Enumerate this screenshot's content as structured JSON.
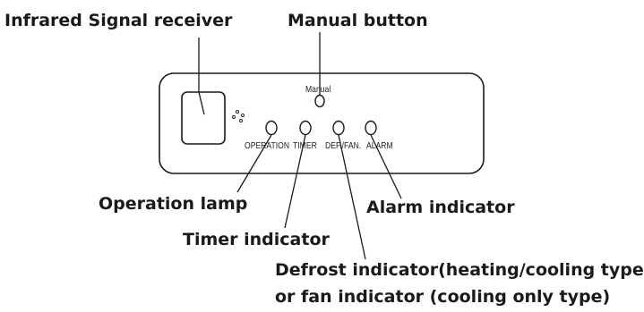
{
  "callouts": {
    "infrared_receiver": "Infrared Signal receiver",
    "manual_button": "Manual button",
    "operation_lamp": "Operation lamp",
    "alarm_indicator": "Alarm indicator",
    "timer_indicator": "Timer indicator",
    "defrost_line1": "Defrost indicator(heating/cooling type)",
    "defrost_line2": "or fan indicator (cooling only type)"
  },
  "panel": {
    "manual": "Manual",
    "operation": "OPERATION",
    "timer": "TIMER",
    "def_fan": "DEF./FAN.",
    "alarm": "ALARM"
  },
  "colors": {
    "line": "#1a1a1a",
    "text": "#1a1a1a"
  }
}
